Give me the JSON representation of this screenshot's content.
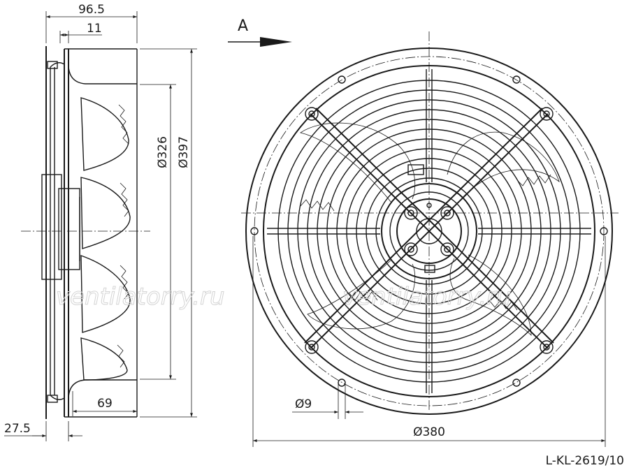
{
  "view_marker": "A",
  "dimensions": {
    "overall_depth": "96.5",
    "flange_offset": "11",
    "blade_diameter": "Ø326",
    "guard_diameter": "Ø397",
    "motor_depth": "69",
    "bottom_offset": "27.5",
    "hole_diameter": "Ø9",
    "mount_diameter": "Ø380"
  },
  "watermark": "ventilatorry.ru",
  "drawing_code": "L-KL-2619/10"
}
